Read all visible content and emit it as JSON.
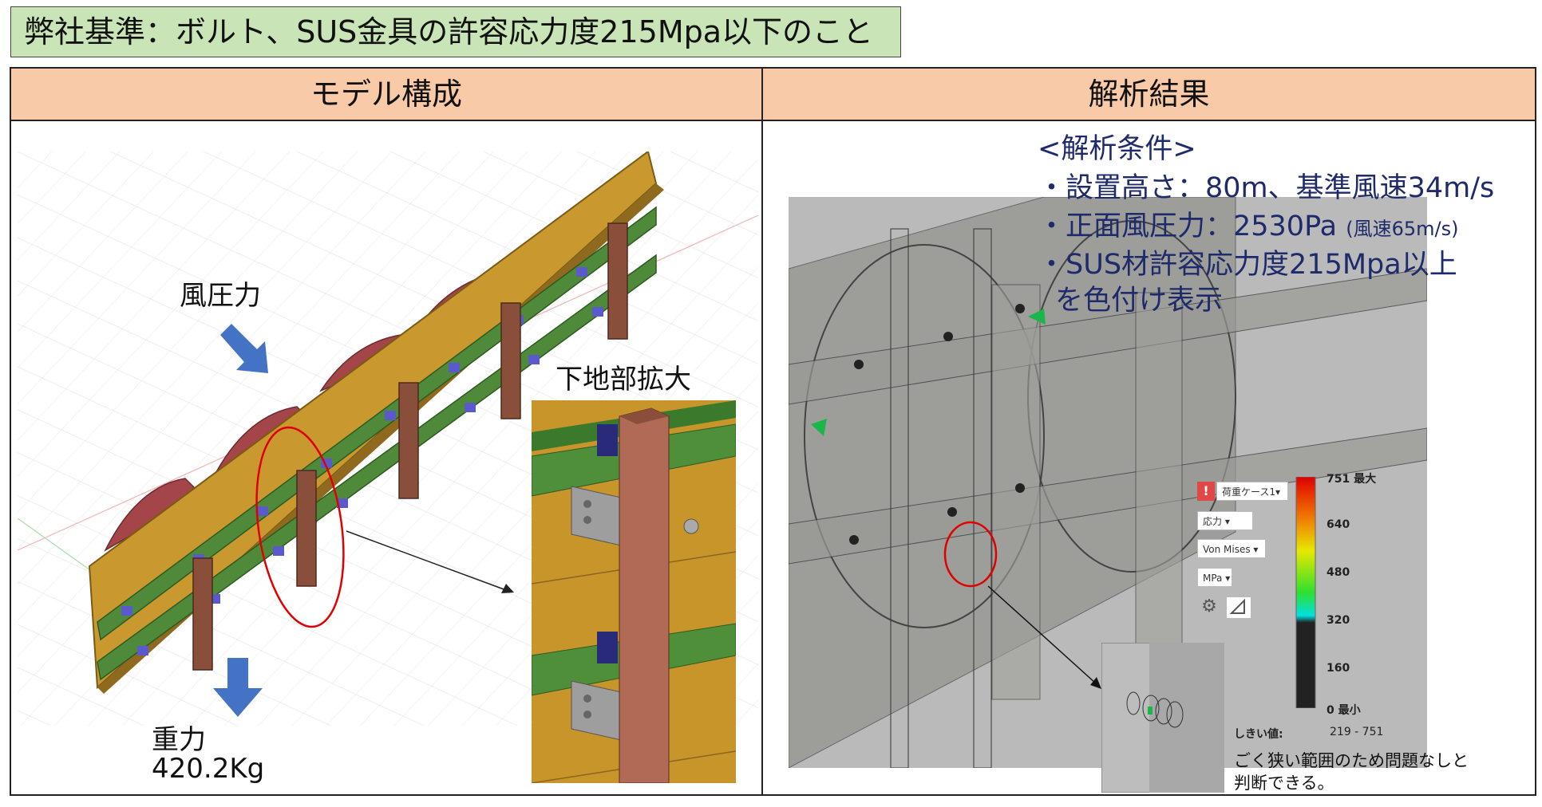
{
  "title": "弊社基準：ボルト、SUS金具の許容応力度215Mpa以下のこと",
  "headers": {
    "left": "モデル構成",
    "right": "解析結果"
  },
  "left_panel": {
    "wind_label": "風圧力",
    "gravity_label": "重力",
    "gravity_value": "420.2Kg",
    "zoom_label": "下地部拡大"
  },
  "right_panel": {
    "conditions_title": "<解析条件>",
    "condition_1": "・設置高さ：80m、基準風速34m/s",
    "condition_2_main": "・正面風圧力：2530Pa",
    "condition_2_note": "(風速65m/s)",
    "condition_3": "・SUS材許容応力度215Mpa以上",
    "condition_3_cont": "を色付け表示",
    "note_line1": "ごく狭い範囲のため問題なしと",
    "note_line2": "判断できる。"
  },
  "analysis_ui": {
    "alert_icon": "!",
    "load_case": "荷重ケース1▾",
    "result_type": "応力 ▾",
    "criterion": "Von Mises ▾",
    "unit": "MPa ▾",
    "legend": [
      {
        "value": "751",
        "tag": "最大"
      },
      {
        "value": "640",
        "tag": ""
      },
      {
        "value": "480",
        "tag": ""
      },
      {
        "value": "320",
        "tag": ""
      },
      {
        "value": "160",
        "tag": ""
      },
      {
        "value": "0",
        "tag": "最小"
      }
    ],
    "threshold_label": "しきい値:",
    "threshold_range": "219 - 751",
    "colors": {
      "arrow_blue": "#4472c4",
      "highlight_red": "#e00000",
      "legend_top": "#e00000",
      "legend_bottom": "#111111"
    }
  }
}
